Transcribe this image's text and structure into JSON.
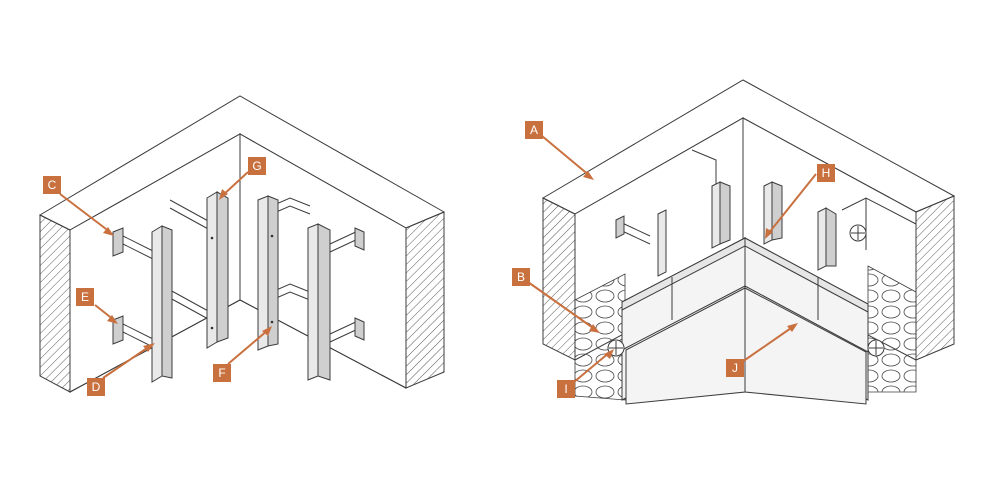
{
  "accent_color": "#c9703f",
  "labels": {
    "A": "A",
    "B": "B",
    "C": "C",
    "D": "D",
    "E": "E",
    "F": "F",
    "G": "G",
    "H": "H",
    "I": "I",
    "J": "J"
  }
}
